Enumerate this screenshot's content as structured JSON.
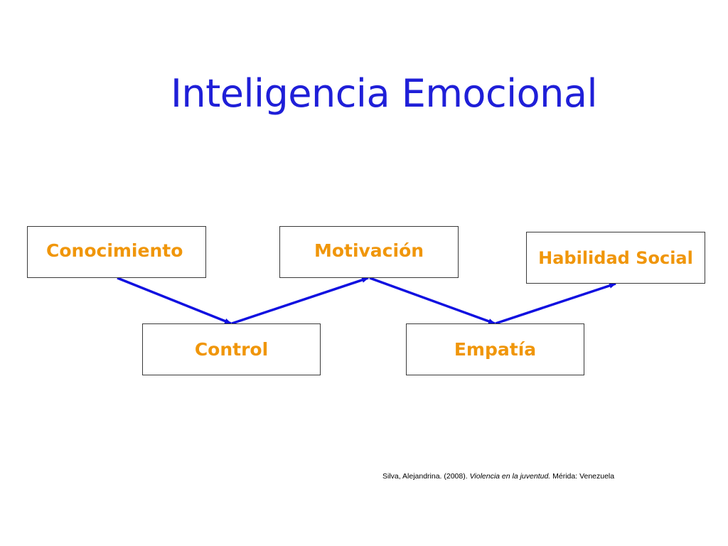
{
  "slide": {
    "title": "Inteligencia Emocional",
    "accent_title_color": "#1f1fd8",
    "box_text_color": "#f0960a",
    "arrow_color": "#1010e0"
  },
  "diagram": {
    "nodes": [
      {
        "id": "conocimiento",
        "label": "Conocimiento"
      },
      {
        "id": "motivacion",
        "label": "Motivación"
      },
      {
        "id": "habilidad",
        "label": "Habilidad Social"
      },
      {
        "id": "control",
        "label": "Control"
      },
      {
        "id": "empatia",
        "label": "Empatía"
      }
    ],
    "edges": [
      {
        "from": "conocimiento",
        "to": "control"
      },
      {
        "from": "control",
        "to": "motivacion"
      },
      {
        "from": "motivacion",
        "to": "empatia"
      },
      {
        "from": "empatia",
        "to": "habilidad"
      }
    ]
  },
  "citation": {
    "prefix": "Silva, Alejandrina. (2008). ",
    "work": "Violencia en la juventud.",
    "suffix": " Mérida: Venezuela"
  }
}
